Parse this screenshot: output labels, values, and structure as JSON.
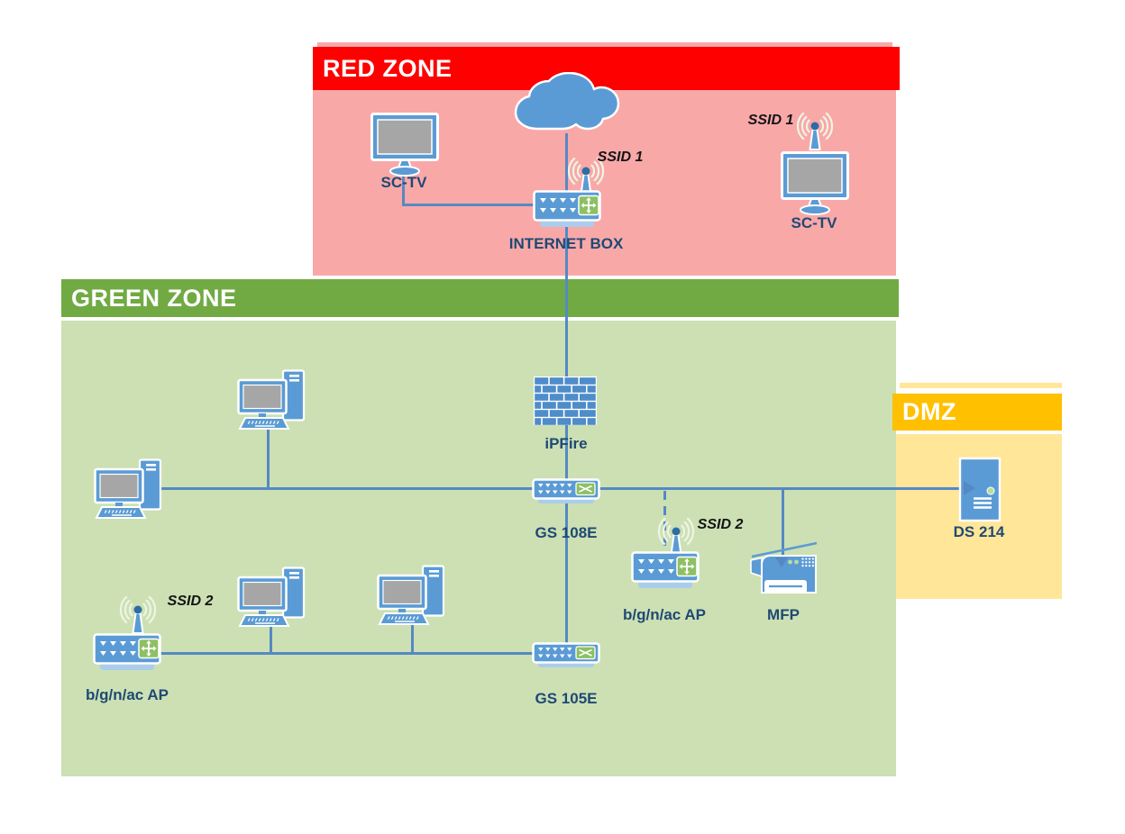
{
  "zones": {
    "red": {
      "title": "RED ZONE"
    },
    "green": {
      "title": "GREEN ZONE"
    },
    "dmz": {
      "title": "DMZ"
    }
  },
  "nodes": {
    "sc_tv_left": {
      "label": "SC-TV"
    },
    "internet_box": {
      "label": "INTERNET BOX",
      "ssid": "SSID 1"
    },
    "sc_tv_right": {
      "label": "SC-TV",
      "ssid": "SSID 1"
    },
    "ipfire": {
      "label": "iPFire"
    },
    "gs_108e": {
      "label": "GS 108E"
    },
    "gs_105e": {
      "label": "GS 105E"
    },
    "ap_left": {
      "label": "b/g/n/ac AP",
      "ssid": "SSID 2"
    },
    "ap_right": {
      "label": "b/g/n/ac AP",
      "ssid": "SSID 2"
    },
    "mfp": {
      "label": "MFP"
    },
    "ds_214": {
      "label": "DS 214"
    }
  },
  "links": [
    {
      "from": "internet-cloud",
      "to": "internet-box",
      "style": "solid"
    },
    {
      "from": "sc-tv-left",
      "to": "internet-box",
      "style": "solid"
    },
    {
      "from": "internet-box",
      "to": "ipfire",
      "style": "solid"
    },
    {
      "from": "ipfire",
      "to": "gs-108e",
      "style": "solid"
    },
    {
      "from": "gs-108e",
      "to": "pc-upper-left",
      "style": "solid"
    },
    {
      "from": "gs-108e",
      "to": "pc-left",
      "style": "solid"
    },
    {
      "from": "gs-108e",
      "to": "ds-214",
      "style": "arrow"
    },
    {
      "from": "gs-108e",
      "to": "ap-right",
      "style": "dashed"
    },
    {
      "from": "gs-108e",
      "to": "mfp",
      "style": "arrow"
    },
    {
      "from": "gs-108e",
      "to": "gs-105e",
      "style": "solid"
    },
    {
      "from": "gs-105e",
      "to": "ap-left",
      "style": "solid"
    },
    {
      "from": "gs-105e",
      "to": "pc-bottom-1",
      "style": "solid"
    },
    {
      "from": "gs-105e",
      "to": "pc-bottom-2",
      "style": "solid"
    }
  ],
  "colors": {
    "red_header": "#FE0000",
    "red_body": "#F9A8A8",
    "green_header": "#71AA43",
    "green_body": "#CCE0B4",
    "dmz_header": "#FFC000",
    "dmz_body": "#FFE699",
    "device_blue": "#5B9BD5",
    "link_blue": "#5589C4",
    "label_navy": "#1F4973",
    "accent_green": "#8EC063"
  }
}
